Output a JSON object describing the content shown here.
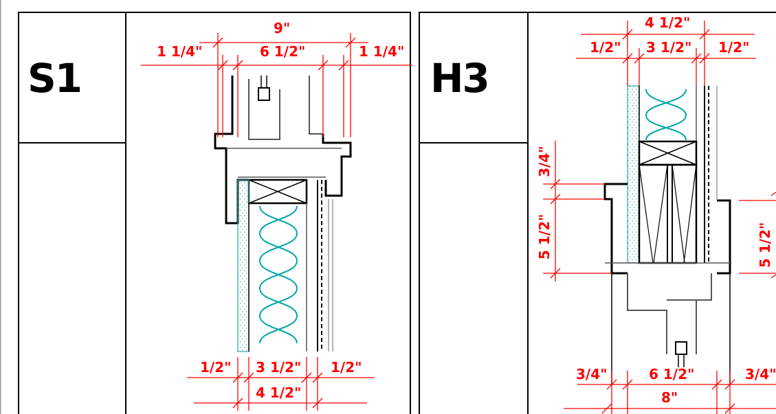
{
  "panels": {
    "left": {
      "title": "S1",
      "dims": {
        "top_overall": "9\"",
        "top_left": "1 1/4\"",
        "top_center": "6 1/2\"",
        "top_right": "1 1/4\"",
        "bottom_left": "1/2\"",
        "bottom_center": "3 1/2\"",
        "bottom_right": "1/2\"",
        "bottom_overall": "4 1/2\""
      }
    },
    "right": {
      "title": "H3",
      "dims": {
        "top_overall": "4 1/2\"",
        "top_left": "1/2\"",
        "top_center": "3 1/2\"",
        "top_right": "1/2\"",
        "side_upper": "3/4\"",
        "side_lower": "5 1/2\"",
        "side_right": "5 1/2\"",
        "bottom_left": "3/4\"",
        "bottom_center": "6 1/2\"",
        "bottom_right": "3/4\"",
        "bottom_overall": "8\""
      }
    }
  },
  "colors": {
    "dimension": "#ff0000",
    "insulation": "#00a6a6",
    "sheathing": "#2aa7a0"
  }
}
